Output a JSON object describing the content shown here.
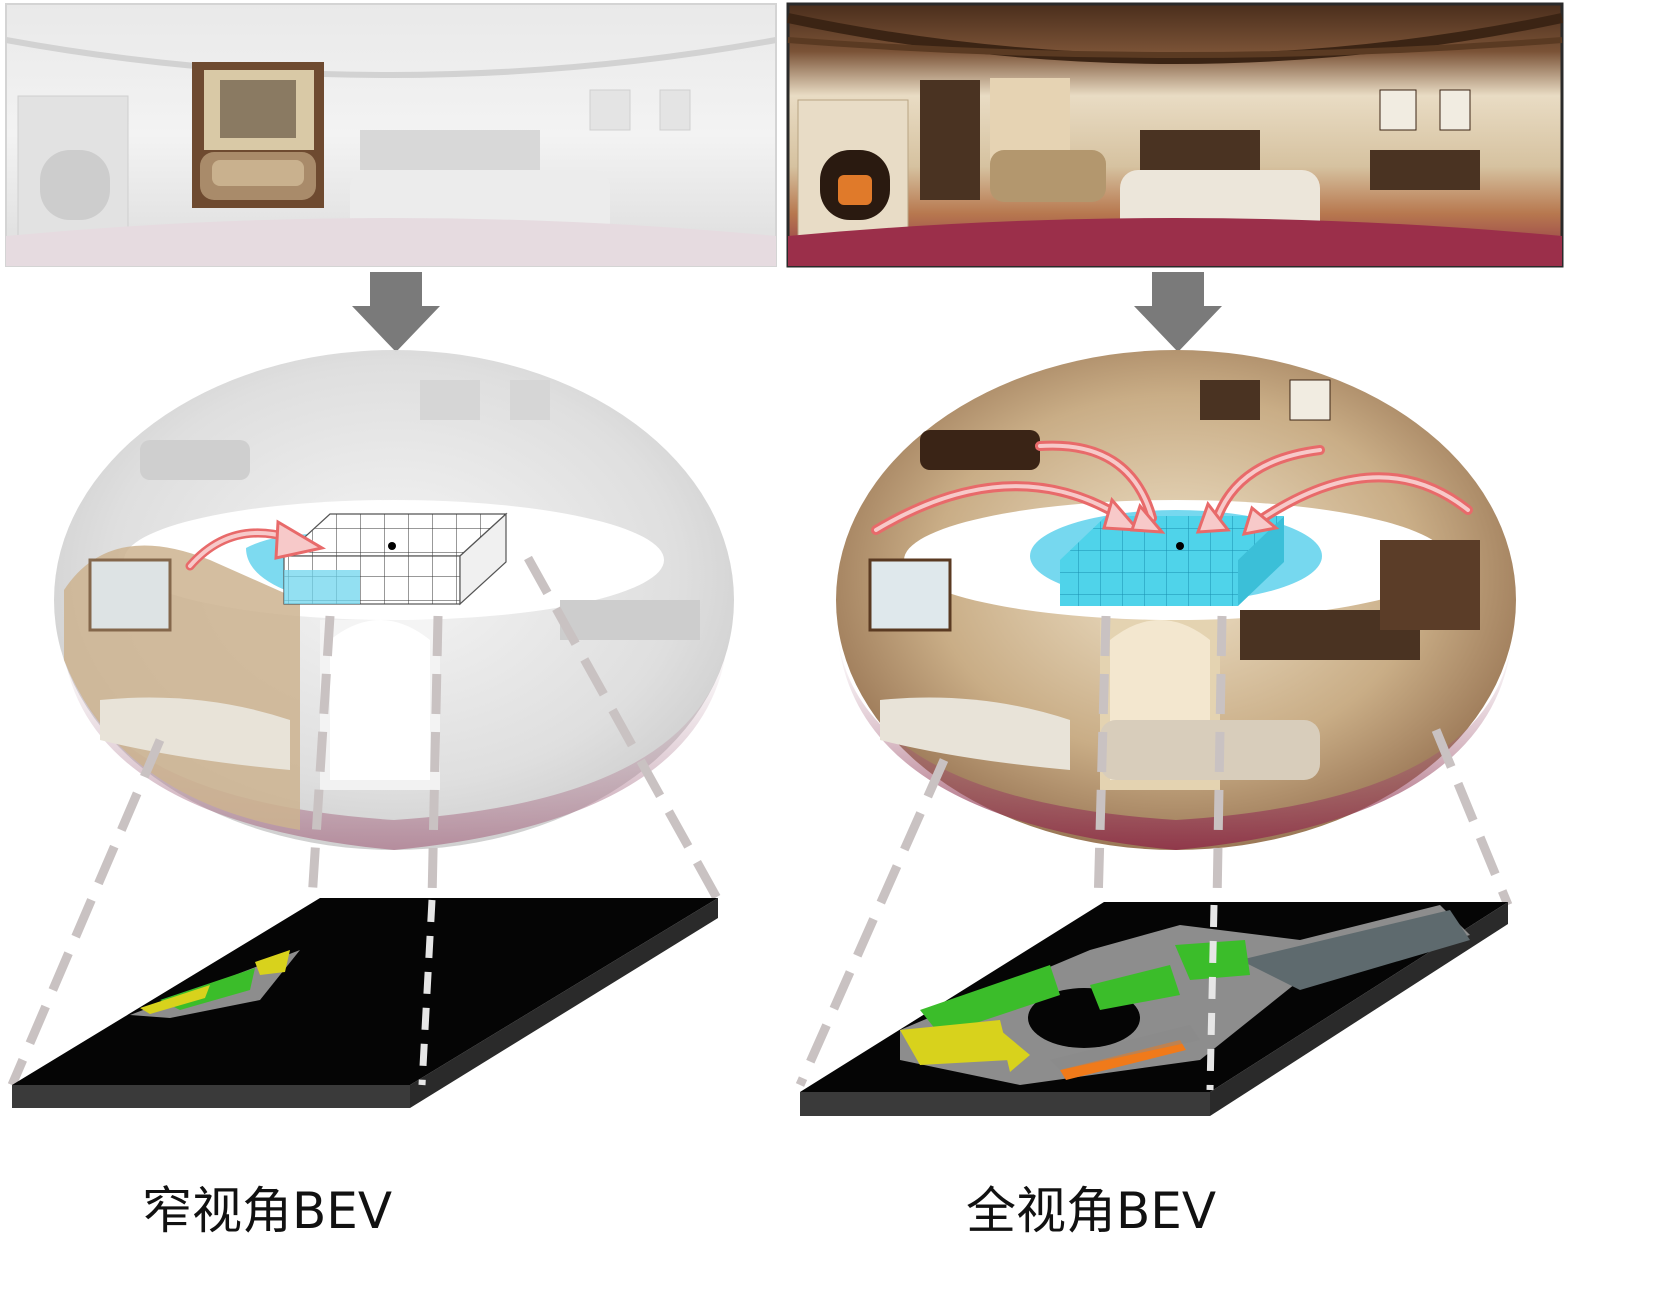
{
  "panels": [
    {
      "id": "narrow",
      "caption": "窄视角BEV",
      "panorama_style": "faded-grayscale-with-color-crop",
      "projection": "single-direction",
      "arrow_count": 1
    },
    {
      "id": "full",
      "caption": "全视角BEV",
      "panorama_style": "full-color",
      "projection": "omnidirectional",
      "arrow_count": 4
    }
  ],
  "colors": {
    "down_arrow": "#7a7a7a",
    "curve_arrow": "#e86a6a",
    "curve_arrow_fill": "#f7c9c9",
    "bev_grid": "#4fd3ea",
    "bev_ellipse": "#6fd6ee",
    "bev_plane": "#050505",
    "dash_line": "#c9c2c2",
    "map_green": "#3bbd2a",
    "map_yellow": "#d8d21c",
    "map_gray": "#8d8d8d",
    "map_orange": "#f07a1a",
    "ceiling_wood": "#5a3a22",
    "wall_cream": "#efe3cc",
    "carpet_red": "#9b2f4a"
  }
}
